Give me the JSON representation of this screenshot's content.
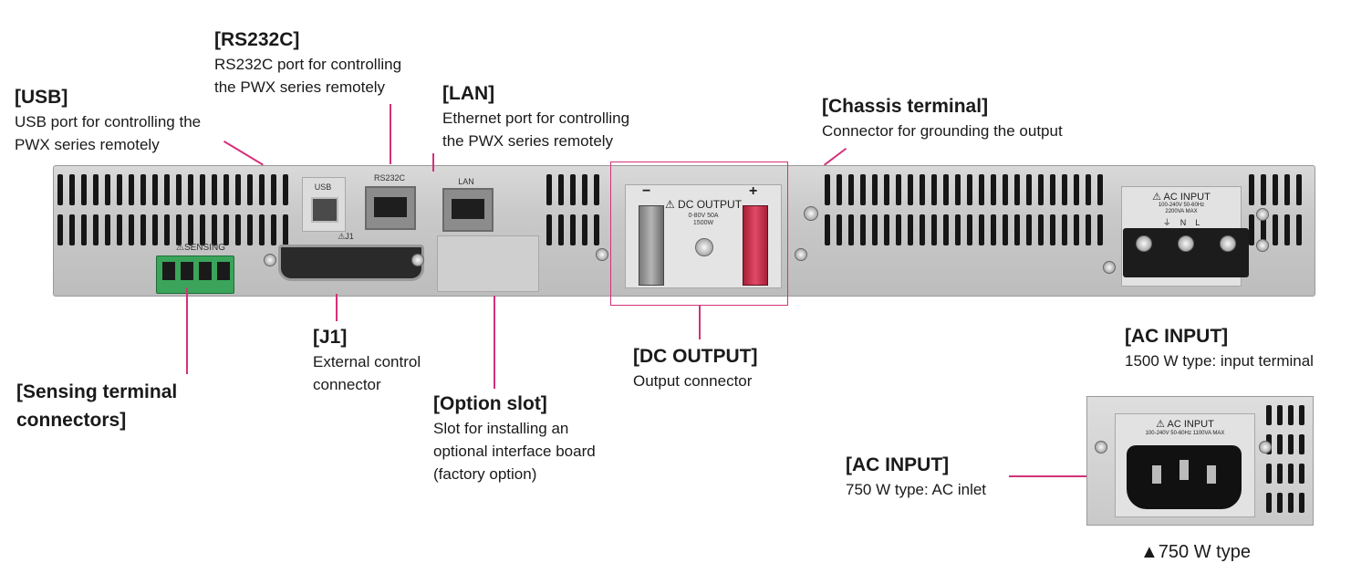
{
  "callouts": {
    "usb": {
      "title": "[USB]",
      "desc": "USB port for controlling the\nPWX series remotely"
    },
    "rs232c": {
      "title": "[RS232C]",
      "desc": "RS232C port for controlling\nthe PWX series remotely"
    },
    "lan": {
      "title": "[LAN]",
      "desc": "Ethernet port for controlling\nthe PWX series remotely"
    },
    "chassis": {
      "title": "[Chassis terminal]",
      "desc": "Connector for grounding the output"
    },
    "sensing": {
      "title": "[Sensing terminal\nconnectors]",
      "desc": ""
    },
    "j1": {
      "title": "[J1]",
      "desc": "External control\nconnector"
    },
    "option": {
      "title": "[Option slot]",
      "desc": "Slot for installing an\noptional interface board\n(factory option)"
    },
    "dcout": {
      "title": "[DC OUTPUT]",
      "desc": "Output connector"
    },
    "acin1500": {
      "title": "[AC INPUT]",
      "desc": "1500 W type: input terminal"
    },
    "acin750": {
      "title": "[AC INPUT]",
      "desc": "750 W type: AC inlet"
    }
  },
  "panel_labels": {
    "usb": "USB",
    "rs232c": "RS232C",
    "lan": "LAN",
    "sensing": "⚠SENSING",
    "j1": "⚠J1",
    "dc_output": "⚠ DC OUTPUT",
    "dc_rating": "0-80V 50A\n1500W",
    "dc_minus": "−",
    "dc_plus": "+",
    "ac_input": "⚠ AC INPUT",
    "ac_rating": "100-240V 50-60Hz\n2200VA MAX",
    "ac_terms": "⏚    N    L",
    "inset_ac_input": "⚠ AC INPUT",
    "inset_ac_rating": "100-240V 50-60Hz 1100VA MAX"
  },
  "caption": "▲750 W type",
  "colors": {
    "leader": "#d4317a",
    "sensing_green": "#3aa55a",
    "dc_plus_red": "#d9324f"
  }
}
